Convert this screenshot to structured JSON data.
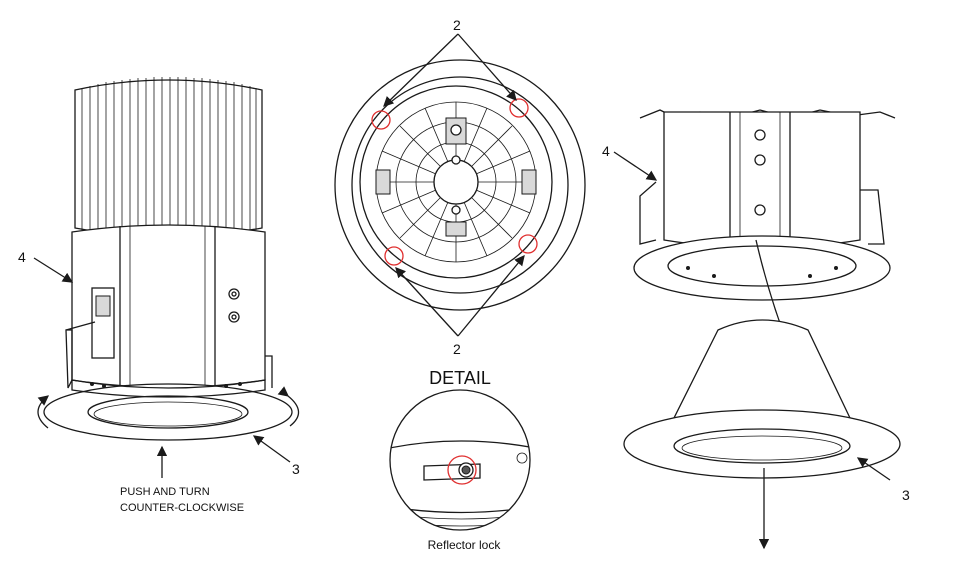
{
  "callouts": {
    "left_4": "4",
    "left_3": "3",
    "top_2": "2",
    "bottom_2": "2",
    "right_4": "4",
    "right_3": "3"
  },
  "instructions": {
    "line1": "PUSH AND TURN",
    "line2": "COUNTER-CLOCKWISE"
  },
  "detail": {
    "title": "DETAIL",
    "caption": "Reflector lock"
  },
  "colors": {
    "line": "#1a1a1a",
    "highlight_circle": "#e03030",
    "background": "#ffffff"
  }
}
